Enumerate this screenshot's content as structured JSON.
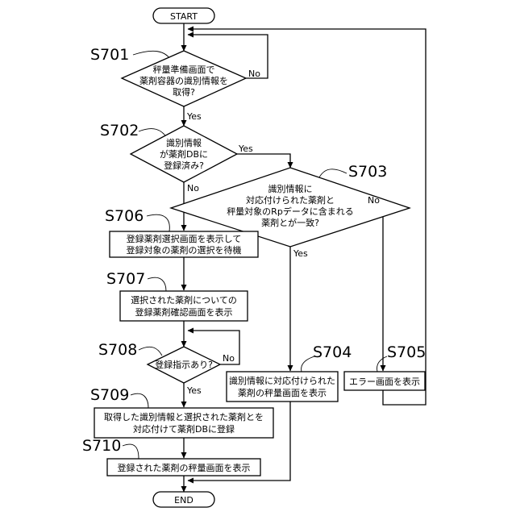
{
  "terminals": {
    "start": "START",
    "end": "END"
  },
  "steps": {
    "s701": {
      "label": "S701",
      "lines": [
        "秤量準備画面で",
        "薬剤容器の識別情報を",
        "取得?"
      ]
    },
    "s702": {
      "label": "S702",
      "lines": [
        "識別情報",
        "が薬剤DBに",
        "登録済み?"
      ]
    },
    "s703": {
      "label": "S703",
      "lines": [
        "識別情報に",
        "対応付けられた薬剤と",
        "秤量対象のRpデータに含まれる",
        "薬剤とが一致?"
      ]
    },
    "s704": {
      "label": "S704",
      "lines": [
        "識別情報に対応付けられた",
        "薬剤の秤量画面を表示"
      ]
    },
    "s705": {
      "label": "S705",
      "lines": [
        "エラー画面を表示"
      ]
    },
    "s706": {
      "label": "S706",
      "lines": [
        "登録薬剤選択画面を表示して",
        "登録対象の薬剤の選択を待機"
      ]
    },
    "s707": {
      "label": "S707",
      "lines": [
        "選択された薬剤についての",
        "登録薬剤確認画面を表示"
      ]
    },
    "s708": {
      "label": "S708",
      "lines": [
        "登録指示あり?"
      ]
    },
    "s709": {
      "label": "S709",
      "lines": [
        "取得した識別情報と選択された薬剤とを",
        "対応付けて薬剤DBに登録"
      ]
    },
    "s710": {
      "label": "S710",
      "lines": [
        "登録された薬剤の秤量画面を表示"
      ]
    }
  },
  "branches": {
    "s701_no": "No",
    "s701_yes": "Yes",
    "s702_yes": "Yes",
    "s702_no": "No",
    "s703_no": "No",
    "s703_yes": "Yes",
    "s708_no": "No",
    "s708_yes": "Yes"
  }
}
